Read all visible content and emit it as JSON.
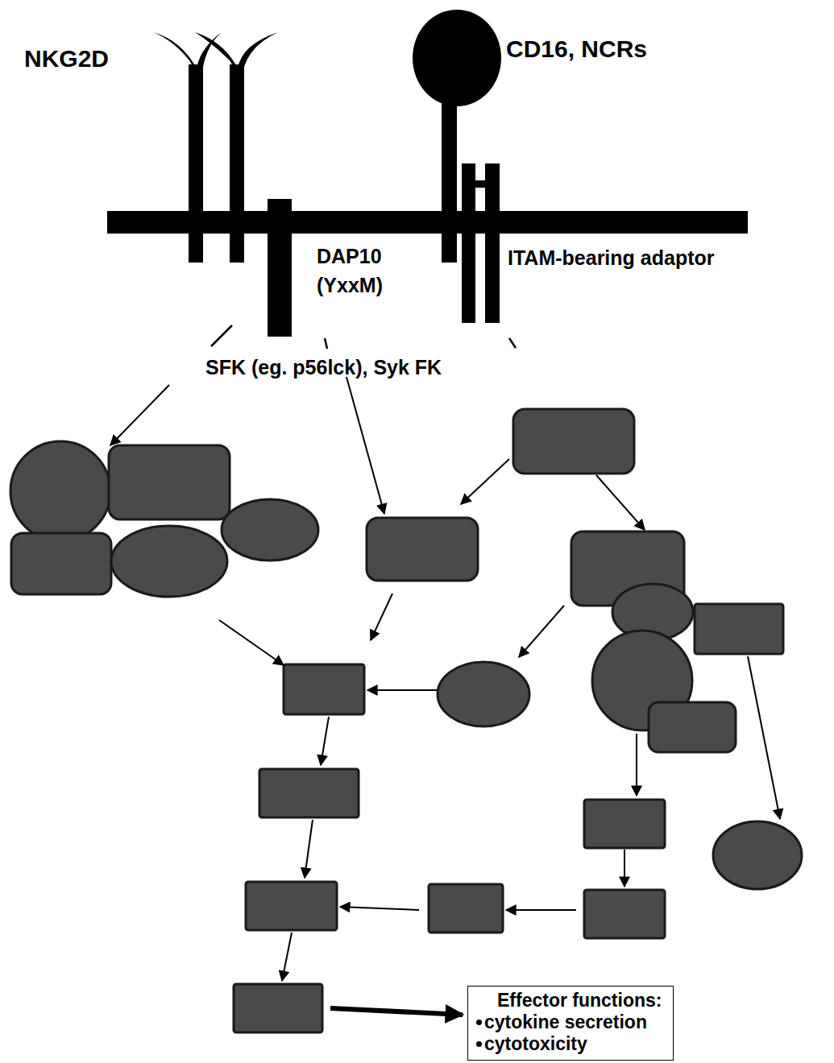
{
  "diagram": {
    "nodes": [
      {
        "text": [
          "Effector functions:",
          "cytokine secretion",
          "cytotoxicity"
        ]
      }
    ],
    "labels": [
      "NKG2D",
      "CD16, NCRs",
      "DAP10 (YxxM)",
      "ITAM-bearing adaptor",
      "SFK (eg. p56lck), Syk FK"
    ]
  }
}
